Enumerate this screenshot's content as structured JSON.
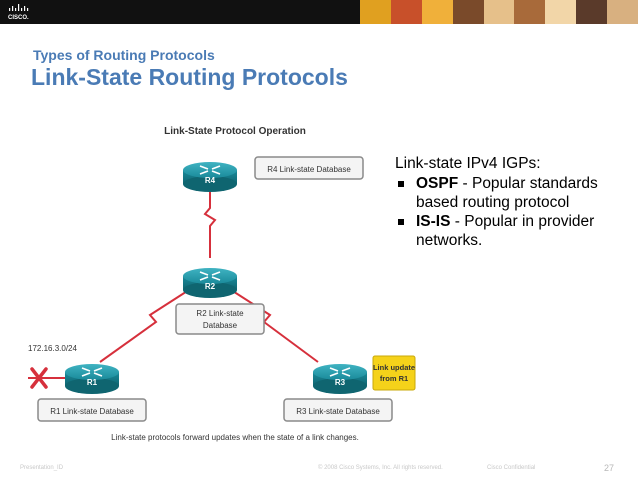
{
  "header": {
    "logo_text": "CISCO."
  },
  "slide": {
    "subtitle": "Types of Routing Protocols",
    "title": "Link-State Routing Protocols"
  },
  "diagram": {
    "title": "Link-State Protocol Operation",
    "routers": [
      {
        "label": "R4"
      },
      {
        "label": "R2"
      },
      {
        "label": "R1"
      },
      {
        "label": "R3"
      }
    ],
    "databases": {
      "r4": "R4 Link-state Database",
      "r2_line1": "R2 Link-state",
      "r2_line2": "Database",
      "r1": "R1 Link-state Database",
      "r3": "R3 Link-state Database"
    },
    "network_label": "172.16.3.0/24",
    "update_line1": "Link update",
    "update_line2": "from R1",
    "caption": "Link-state protocols forward updates when the state of a link changes.",
    "colors": {
      "router": "#1a8a9a",
      "link": "#d6303c",
      "db_box_border": "#8a8a8a",
      "update_box": "#f5d21a",
      "failure_mark": "#d6303c"
    }
  },
  "bullets": {
    "intro": "Link-state IPv4 IGPs:",
    "items": [
      {
        "bold": "OSPF",
        "rest": " - Popular standards based routing protocol"
      },
      {
        "bold": "IS-IS",
        "rest": " - Popular in provider networks."
      }
    ]
  },
  "footer": {
    "left": "Presentation_ID",
    "center": "© 2008 Cisco Systems, Inc. All rights reserved.",
    "right": "Cisco Confidential",
    "page_number": "27"
  }
}
